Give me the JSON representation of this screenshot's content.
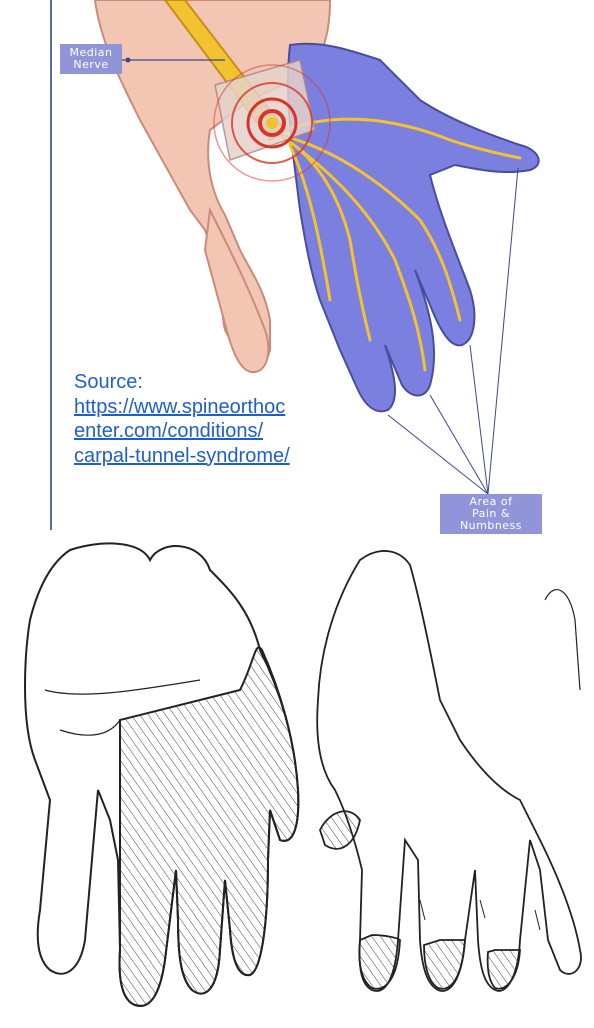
{
  "top_diagram": {
    "median_nerve_label": [
      "Median",
      "Nerve"
    ],
    "area_label": [
      "Area of",
      "Pain &",
      "Numbness"
    ],
    "source": {
      "title": "Source:",
      "link_lines": [
        "https://www.spineorthoc",
        "enter.com/conditions/",
        "carpal-tunnel-syndrome/"
      ]
    },
    "colors": {
      "skin": "#f3c6b4",
      "numbness": "#7b7fe0",
      "nerve": "#f2c230",
      "target": "#d9342a",
      "label_bg": "#8f95d8"
    }
  },
  "bottom_diagram": {
    "hands": [
      "palm-view-hand",
      "dorsal-view-hand"
    ]
  }
}
